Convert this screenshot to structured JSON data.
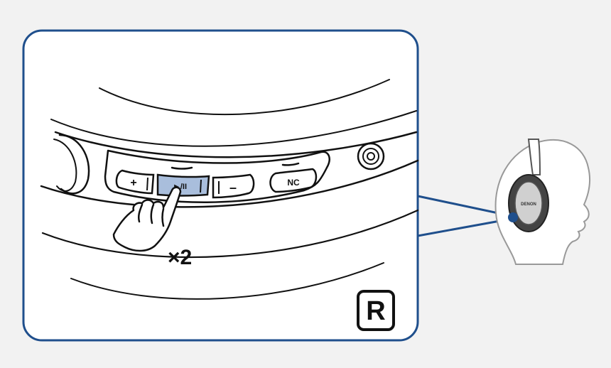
{
  "panel": {
    "buttons": {
      "plus_label": "+",
      "play_pause_label": "►/II",
      "minus_label": "–",
      "nc_label": "NC"
    },
    "press_count_label": "×2",
    "side_badge_label": "R"
  },
  "headphone": {
    "brand_label": "DENON"
  },
  "colors": {
    "frame_border": "#1f4f8c",
    "highlight_button": "#a9bedc",
    "pointer_line": "#1f4f8c",
    "background": "#f2f2f2",
    "line_art": "#111111"
  },
  "icons": {
    "hand": "hand-pointer-icon",
    "badge": "right-side-badge-icon"
  }
}
